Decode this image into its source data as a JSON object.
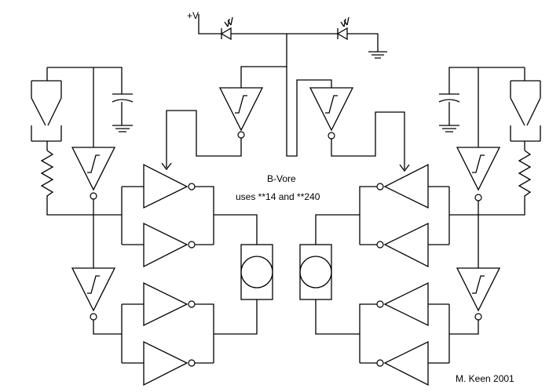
{
  "labels": {
    "supply": "+V",
    "title": "B-Vore",
    "chips": "uses **14 and **240",
    "credit": "M. Keen 2001"
  }
}
